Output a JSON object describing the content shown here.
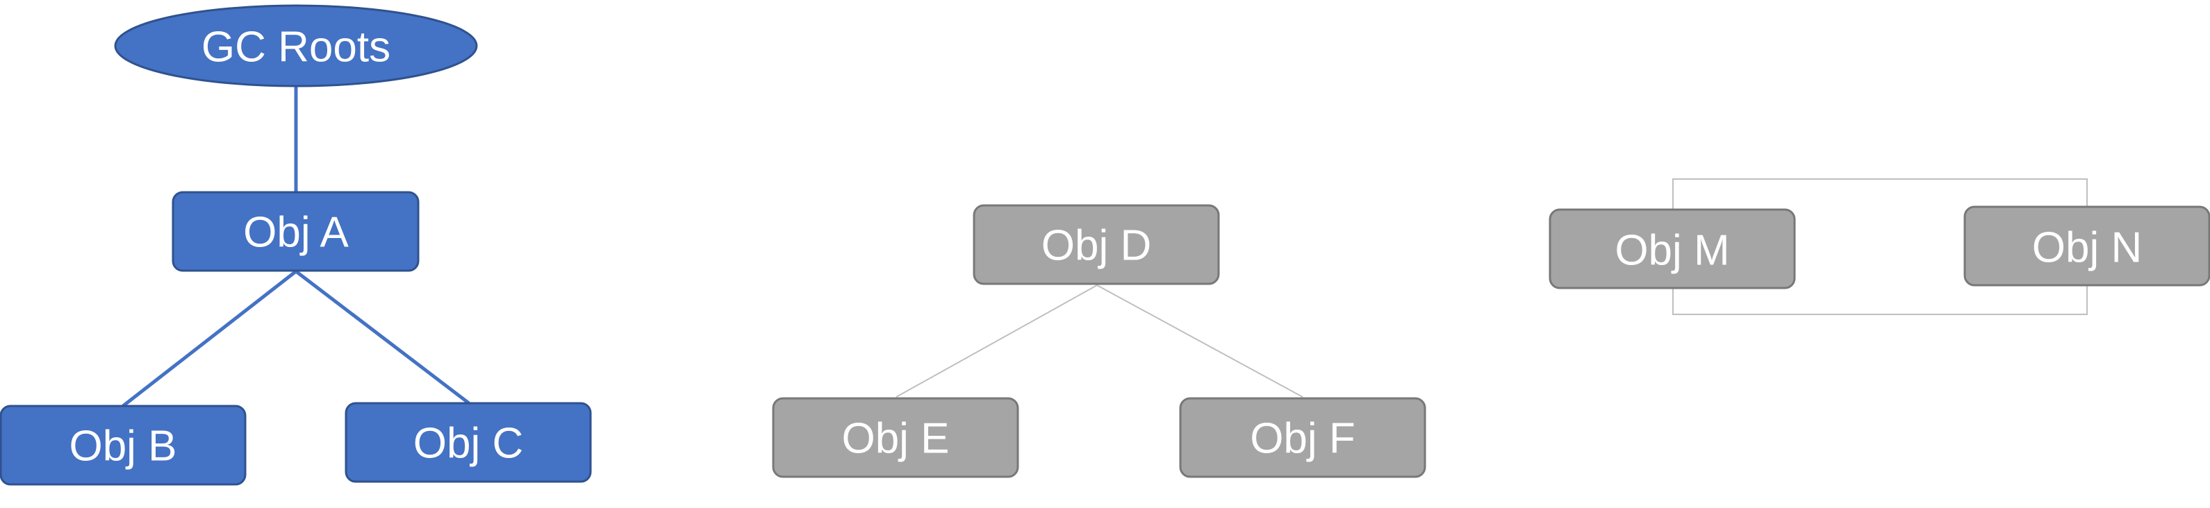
{
  "colors": {
    "reachable_fill": "#4472c4",
    "reachable_stroke": "#2f528f",
    "unreachable_fill": "#a5a5a5",
    "unreachable_stroke": "#787878",
    "reachable_edge": "#4472c4",
    "unreachable_edge": "#bfbfbf"
  },
  "nodes": {
    "gc_roots": "GC Roots",
    "obj_a": "Obj A",
    "obj_b": "Obj B",
    "obj_c": "Obj C",
    "obj_d": "Obj D",
    "obj_e": "Obj E",
    "obj_f": "Obj F",
    "obj_m": "Obj M",
    "obj_n": "Obj N"
  }
}
